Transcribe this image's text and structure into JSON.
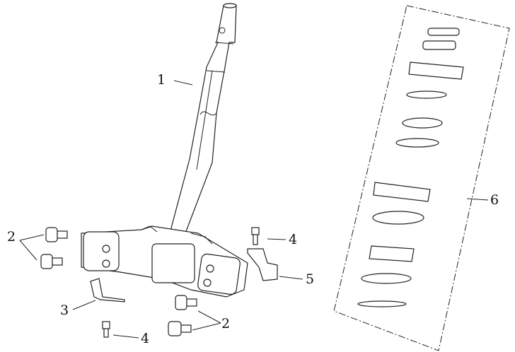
{
  "diagram": {
    "callouts": [
      {
        "id": "stem",
        "label": "1"
      },
      {
        "id": "bolts-upper-left",
        "label": "2"
      },
      {
        "id": "bolts-lower-right",
        "label": "2"
      },
      {
        "id": "clip",
        "label": "3"
      },
      {
        "id": "screw-right",
        "label": "4"
      },
      {
        "id": "screw-bottom",
        "label": "4"
      },
      {
        "id": "bracket",
        "label": "5"
      },
      {
        "id": "bearing-kit",
        "label": "6"
      }
    ]
  }
}
